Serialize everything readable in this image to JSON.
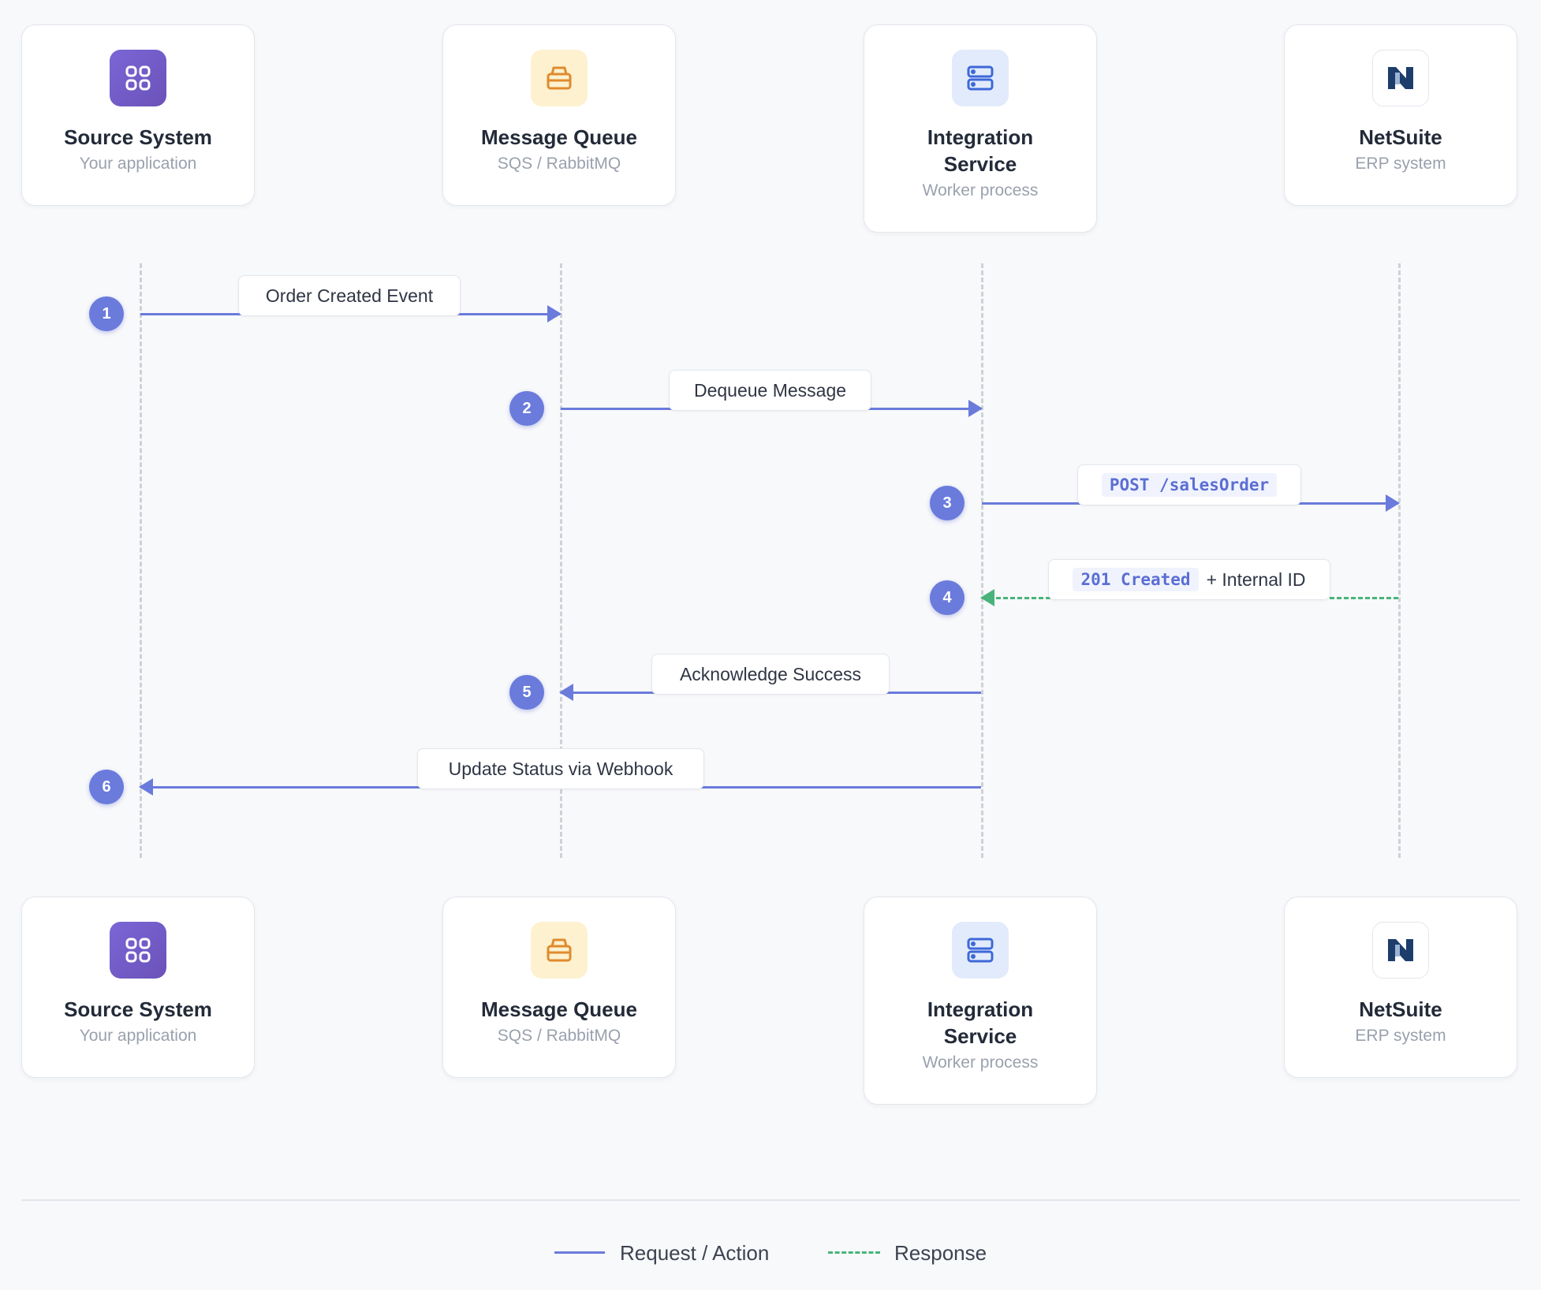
{
  "participants": [
    {
      "title": "Source System",
      "subtitle": "Your application",
      "icon": "grid-icon",
      "color": "#6f5ac9"
    },
    {
      "title": "Message Queue",
      "subtitle": "SQS / RabbitMQ",
      "icon": "inbox-icon",
      "color": "#e08a2e"
    },
    {
      "title": "Integration Service",
      "subtitle": "Worker process",
      "icon": "server-icon",
      "color": "#3d68d8"
    },
    {
      "title": "NetSuite",
      "subtitle": "ERP system",
      "icon": "netsuite-logo-icon",
      "color": "#1d3d6b"
    }
  ],
  "messages": [
    {
      "step": "1",
      "label": "Order Created Event"
    },
    {
      "step": "2",
      "label": "Dequeue Message"
    },
    {
      "step": "3",
      "code": "POST /salesOrder"
    },
    {
      "step": "4",
      "code": "201 Created",
      "label": "+ Internal ID"
    },
    {
      "step": "5",
      "label": "Acknowledge Success"
    },
    {
      "step": "6",
      "label": "Update Status via Webhook"
    }
  ],
  "legend": {
    "request": "Request / Action",
    "response": "Response"
  },
  "colors": {
    "request": "#6a7bdc",
    "response": "#49b47a"
  }
}
